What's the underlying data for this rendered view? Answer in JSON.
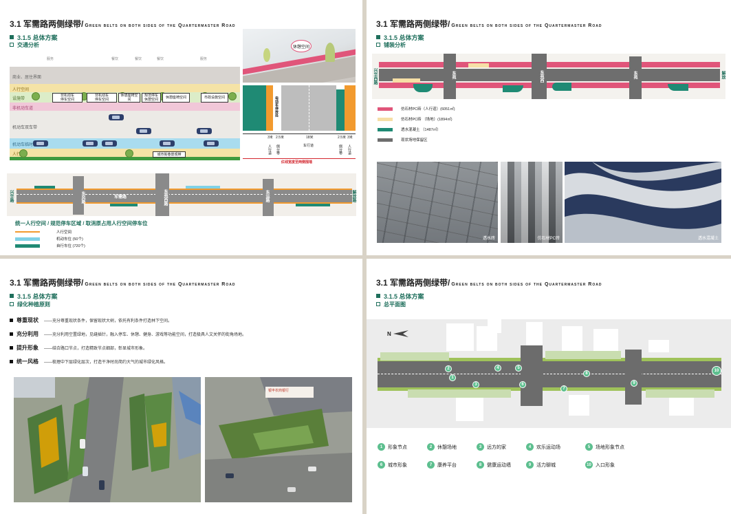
{
  "common": {
    "title_cn": "3.1 军需路两侧绿带/",
    "title_en": "Green belts on both sides of the Quartermaster Road",
    "section": "3.1.5 总体方案"
  },
  "p1": {
    "sub": "交通分析",
    "top_labels": [
      "服务",
      "餐饮",
      "餐饮",
      "餐饮",
      "服务"
    ],
    "zones": [
      "商业、居住界面",
      "人行空间",
      "设施带",
      "非机动车道",
      "机动车双车带",
      "机动车临时停车带",
      "人行道"
    ],
    "boxes": [
      "非机动车\n停车空间",
      "非机动车\n停车空间",
      "休憩座椅空间",
      "规范停车\n休憩空间",
      "休憩座椅空间",
      "市政设施空间"
    ],
    "city_space": "城市街巷景观带",
    "section_labels": [
      "电动车停放处",
      "人行道",
      "侧分带",
      "车行道",
      "侧分带",
      "人行道"
    ],
    "section_dims": [
      "3米",
      "2.5米",
      "18米",
      "2.5米",
      "3米"
    ],
    "red_line": "红线宽度至两侧围墙",
    "speech": "休憩空间",
    "map_labels": [
      "兴华路",
      "东风路",
      "军需路",
      "东苑西路",
      "东运路",
      "解放路"
    ],
    "bottom_title": "统一人行空间 / 规范停车区域 / 取消原占用人行空间停车位",
    "legend": [
      "人行空间",
      "机动车位 (50个)",
      "自行车位 (720个)"
    ]
  },
  "p2": {
    "sub": "铺装分析",
    "map_labels": [
      "兴华西路",
      "东苑",
      "东苑西",
      "东苑",
      "解放"
    ],
    "legend": [
      "仿石材PC砖（人行道）(6051㎡)",
      "仿石材PC砖 （场地）(1894㎡)",
      "透水混凝土 （1487㎡）",
      "现状场地保留区"
    ],
    "photo_caps": [
      "透水砖",
      "仿石材PC砖",
      "透水混凝土"
    ]
  },
  "p3": {
    "sub": "绿化种植原则",
    "bullets": [
      {
        "k": "尊重现状",
        "d": "——充分尊重现状条件，保留现状大树，依托有利条件打造林下空间。"
      },
      {
        "k": "充分利用",
        "d": "——充分利用空置绿地，见缝插针，融入停车、休憩、健身、游戏等功能空间，打造极具人文关怀的街角场地。"
      },
      {
        "k": "提升形象",
        "d": "——结合路口节点，打造精致节点细部，彰显城市形象。"
      },
      {
        "k": "统一风格",
        "d": "——梳理中下层绿化层次，打造干净时尚简约大气的城市绿化风格。"
      }
    ],
    "shop_sign": "银丰农商银行"
  },
  "p4": {
    "sub": "总平面图",
    "compass": "N",
    "legend": [
      {
        "n": "1",
        "t": "形象节点"
      },
      {
        "n": "2",
        "t": "休憩场地"
      },
      {
        "n": "3",
        "t": "远方的家"
      },
      {
        "n": "4",
        "t": "欢乐运动场"
      },
      {
        "n": "5",
        "t": "场地形象节点"
      },
      {
        "n": "6",
        "t": "城市形象"
      },
      {
        "n": "7",
        "t": "康养平台"
      },
      {
        "n": "8",
        "t": "健康运动墙"
      },
      {
        "n": "9",
        "t": "活力聊城"
      },
      {
        "n": "10",
        "t": "入口形象"
      }
    ]
  },
  "colors": {
    "pink": "#e0557a",
    "orange": "#f29a2e",
    "teal": "#1f8a74",
    "cyan": "#7fd1e6",
    "grey": "#6e6e6e",
    "beige": "#f6dfa6"
  }
}
